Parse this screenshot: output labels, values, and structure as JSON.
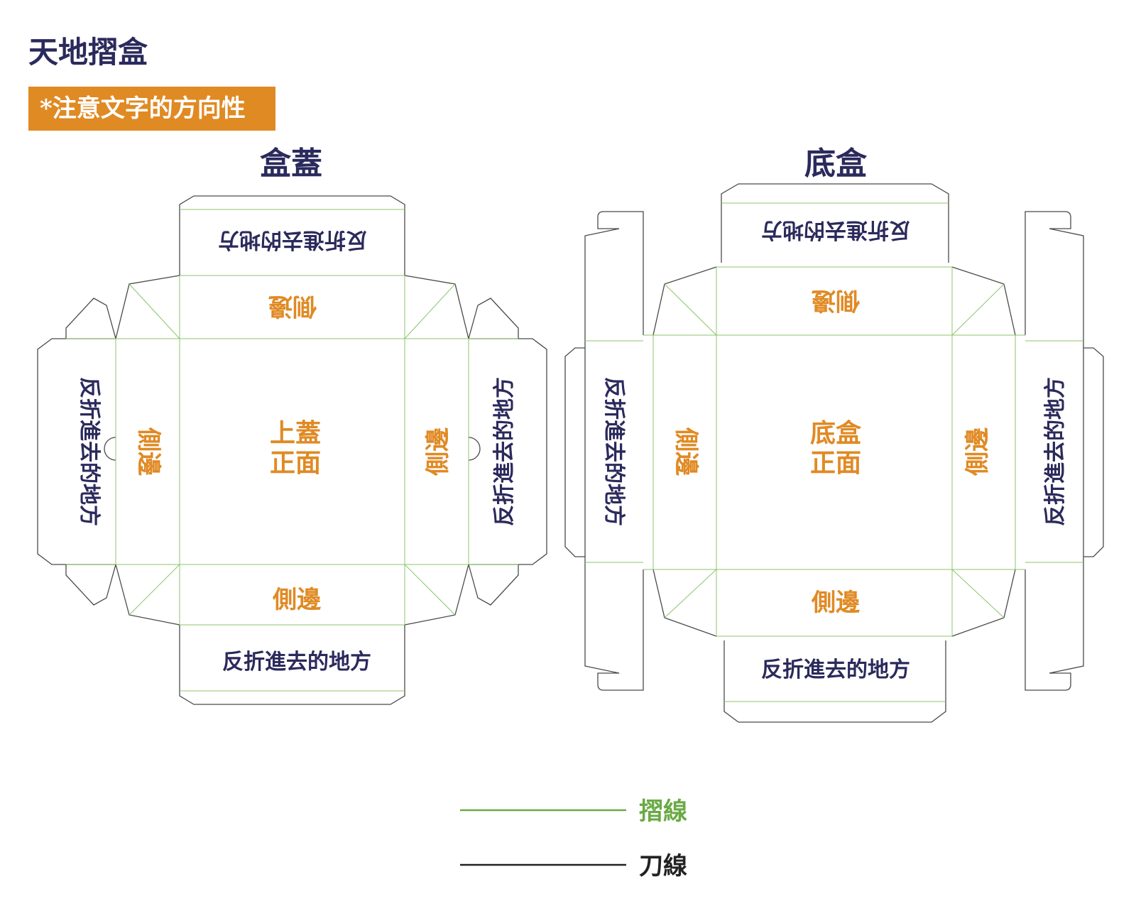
{
  "title": "天地摺盒",
  "note": "*注意文字的方向性",
  "colors": {
    "navy": "#2b2a5c",
    "orange": "#e08a24",
    "fold_line": "#8cc56a",
    "cut_line": "#222222"
  },
  "lid": {
    "heading": "盒蓋",
    "face_line1": "上蓋",
    "face_line2": "正面",
    "side": "側邊",
    "tuck": "反折進去的地方"
  },
  "base": {
    "heading": "底盒",
    "face_line1": "底盒",
    "face_line2": "正面",
    "side": "側邊",
    "tuck": "反折進去的地方"
  },
  "legend": {
    "fold_label": "摺線",
    "cut_label": "刀線"
  }
}
